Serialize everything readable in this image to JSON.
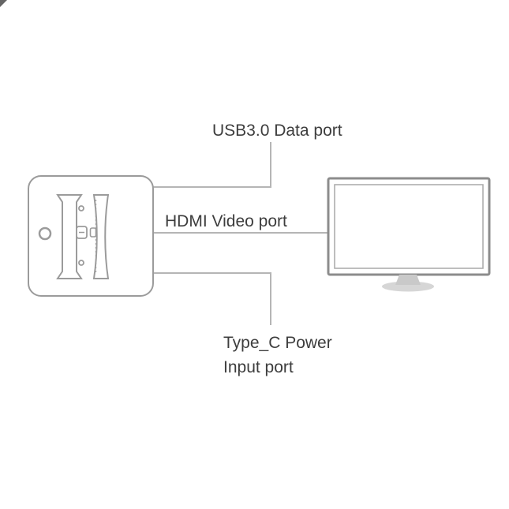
{
  "labels": {
    "usb": "USB3.0 Data port",
    "hdmi": "HDMI Video port",
    "typec_line1": "Type_C Power",
    "typec_line2": "Input port"
  },
  "colors": {
    "connector_line": "#b5b5b5",
    "device_outline": "#9b9b9b",
    "monitor_outline": "#8c8c8c",
    "monitor_inner": "#a9a9a9",
    "stand_fill": "#d6d6d6",
    "text": "#3d3d3d",
    "background": "#ffffff"
  },
  "icons": {
    "dock_device": "switch-dock-illustration",
    "monitor": "monitor-illustration"
  }
}
